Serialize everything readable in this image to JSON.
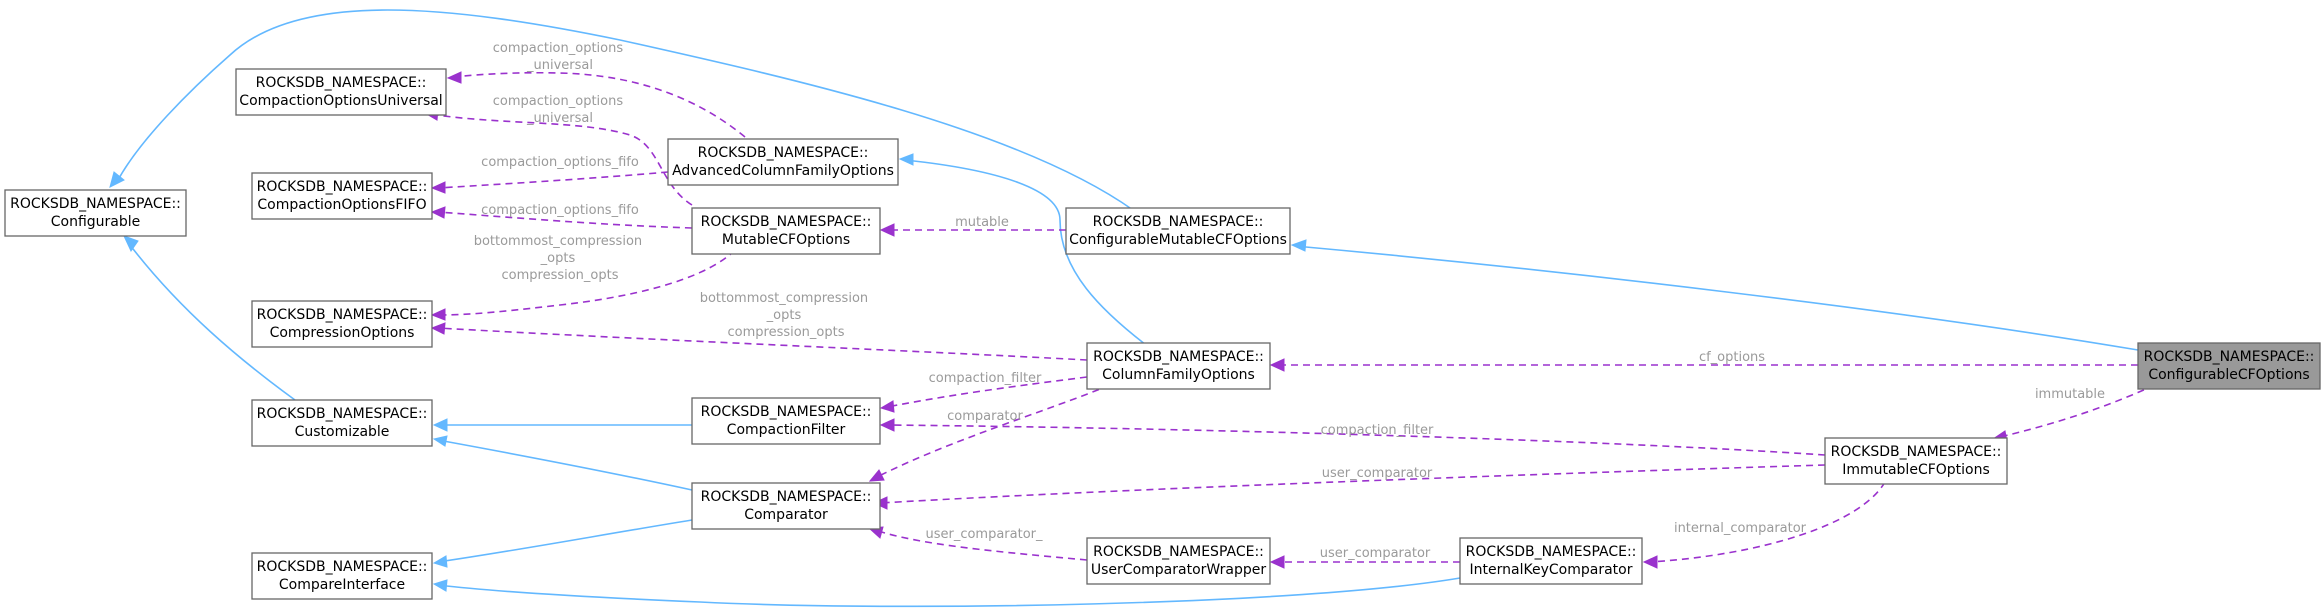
{
  "nodes": {
    "configurable": [
      "ROCKSDB_NAMESPACE::",
      "Configurable"
    ],
    "compaction_options_universal": [
      "ROCKSDB_NAMESPACE::",
      "CompactionOptionsUniversal"
    ],
    "compaction_options_fifo": [
      "ROCKSDB_NAMESPACE::",
      "CompactionOptionsFIFO"
    ],
    "compression_options": [
      "ROCKSDB_NAMESPACE::",
      "CompressionOptions"
    ],
    "customizable": [
      "ROCKSDB_NAMESPACE::",
      "Customizable"
    ],
    "compare_interface": [
      "ROCKSDB_NAMESPACE::",
      "CompareInterface"
    ],
    "advanced_cf_options": [
      "ROCKSDB_NAMESPACE::",
      "AdvancedColumnFamilyOptions"
    ],
    "mutable_cf_options": [
      "ROCKSDB_NAMESPACE::",
      "MutableCFOptions"
    ],
    "compaction_filter": [
      "ROCKSDB_NAMESPACE::",
      "CompactionFilter"
    ],
    "comparator": [
      "ROCKSDB_NAMESPACE::",
      "Comparator"
    ],
    "configurable_mutable_cf_options": [
      "ROCKSDB_NAMESPACE::",
      "ConfigurableMutableCFOptions"
    ],
    "column_family_options": [
      "ROCKSDB_NAMESPACE::",
      "ColumnFamilyOptions"
    ],
    "user_comparator_wrapper": [
      "ROCKSDB_NAMESPACE::",
      "UserComparatorWrapper"
    ],
    "internal_key_comparator": [
      "ROCKSDB_NAMESPACE::",
      "InternalKeyComparator"
    ],
    "immutable_cf_options": [
      "ROCKSDB_NAMESPACE::",
      "ImmutableCFOptions"
    ],
    "configurable_cf_options": [
      "ROCKSDB_NAMESPACE::",
      "ConfigurableCFOptions"
    ]
  },
  "edge_labels": {
    "adv_universal": [
      "compaction_options",
      "_universal"
    ],
    "mut_universal": [
      "compaction_options",
      "_universal"
    ],
    "adv_fifo": [
      "compaction_options_fifo"
    ],
    "mut_fifo": [
      "compaction_options_fifo"
    ],
    "mut_compression": [
      "bottommost_compression",
      "_opts",
      "compression_opts"
    ],
    "cfo_compression": [
      "bottommost_compression",
      "_opts",
      "compression_opts"
    ],
    "mutable": [
      "mutable"
    ],
    "compaction_filter": [
      "compaction_filter"
    ],
    "comparator": [
      "comparator"
    ],
    "cf_options": [
      "cf_options"
    ],
    "immutable": [
      "immutable"
    ],
    "imm_compaction_filter": [
      "compaction_filter"
    ],
    "user_comparator_imm": [
      "user_comparator"
    ],
    "user_comparator_wrapper": [
      "user_comparator_"
    ],
    "user_comparator_ikc": [
      "user_comparator"
    ],
    "internal_comparator": [
      "internal_comparator"
    ]
  },
  "colors": {
    "inheritance_edge": "#63b8ff",
    "usage_edge": "#9a32cd",
    "edge_label": "#9a9a9a",
    "selected_node_fill": "#999999"
  }
}
